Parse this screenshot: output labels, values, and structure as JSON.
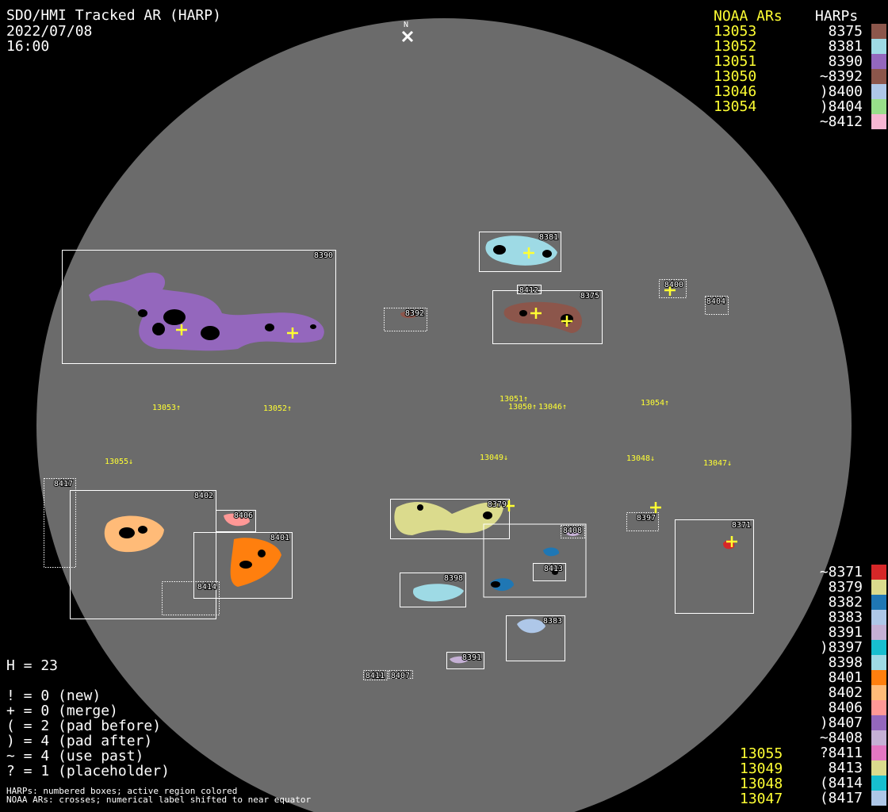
{
  "header": {
    "title": "SDO/HMI Tracked AR (HARP)",
    "date": "2022/07/08",
    "time": "16:00",
    "north": "N"
  },
  "legend_top": {
    "noaa_header": "NOAA ARs",
    "harp_header": "HARPs",
    "noaa": [
      "13053",
      "13052",
      "13051",
      "13050",
      "13046",
      "13054"
    ],
    "harps": [
      {
        "label": "8375",
        "color": "#8c564b"
      },
      {
        "label": "8381",
        "color": "#9edae5"
      },
      {
        "label": "8390",
        "color": "#9467bd"
      },
      {
        "label": "~8392",
        "color": "#8c564b"
      },
      {
        "label": ")8400",
        "color": "#aec7e8"
      },
      {
        "label": ")8404",
        "color": "#98df8a"
      },
      {
        "label": "~8412",
        "color": "#f7b6d2"
      }
    ]
  },
  "legend_bottom": {
    "noaa": [
      "13055",
      "13049",
      "13048",
      "13047"
    ],
    "harps": [
      {
        "label": "~8371",
        "color": "#d62728"
      },
      {
        "label": "8379",
        "color": "#dbdb8d"
      },
      {
        "label": "8382",
        "color": "#1f77b4"
      },
      {
        "label": "8383",
        "color": "#aec7e8"
      },
      {
        "label": "8391",
        "color": "#c5b0d5"
      },
      {
        "label": ")8397",
        "color": "#17becf"
      },
      {
        "label": "8398",
        "color": "#9edae5"
      },
      {
        "label": "8401",
        "color": "#ff7f0e"
      },
      {
        "label": "8402",
        "color": "#ffbb78"
      },
      {
        "label": "8406",
        "color": "#ff9896"
      },
      {
        "label": ")8407",
        "color": "#9467bd"
      },
      {
        "label": "~8408",
        "color": "#c5b0d5"
      },
      {
        "label": "?8411",
        "color": "#e377c2"
      },
      {
        "label": "8413",
        "color": "#dbdb8d"
      },
      {
        "label": "(8414",
        "color": "#17becf"
      },
      {
        "label": "(8417",
        "color": "#aec7e8"
      }
    ]
  },
  "stats": {
    "h": "H = 23",
    "lines": [
      "! = 0 (new)",
      "+ = 0 (merge)",
      "( = 2 (pad before)",
      ") = 4 (pad after)",
      "~ = 4 (use past)",
      "? = 1 (placeholder)"
    ],
    "note1": "HARPs: numbered boxes; active region colored",
    "note2": "NOAA ARs: crosses; numerical label shifted to near equator"
  },
  "harp_boxes": [
    "8390",
    "8381",
    "8412",
    "8375",
    "8392",
    "8400",
    "8404",
    "8417",
    "8402",
    "8406",
    "8401",
    "8414",
    "8379",
    "8408",
    "8413",
    "8398",
    "8383",
    "8391",
    "8411",
    "8407",
    "8397",
    "8371"
  ],
  "noaa_labels": [
    "13053↑",
    "13052↑",
    "13051↑",
    "13050↑",
    "13046↑",
    "13054↑",
    "13055↓",
    "13049↓",
    "13048↓",
    "13047↓"
  ]
}
